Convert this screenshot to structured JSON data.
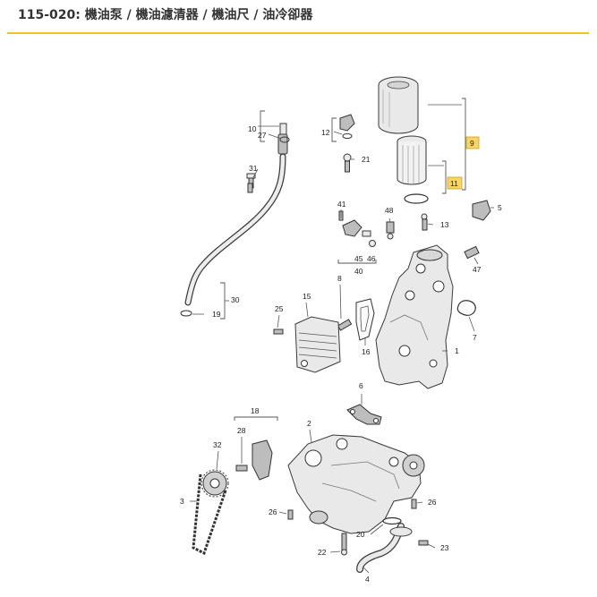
{
  "header": {
    "title": "115-020: 機油泵 / 機油濾清器 / 機油尺 / 油冷卻器",
    "accent_color": "#f0c419"
  },
  "callouts": {
    "p1": "1",
    "p2": "2",
    "p3": "3",
    "p4": "4",
    "p5": "5",
    "p6": "6",
    "p7": "7",
    "p8": "8",
    "p9": "9",
    "p10": "10",
    "p11": "11",
    "p12": "12",
    "p13": "13",
    "p15": "15",
    "p16": "16",
    "p18": "18",
    "p19": "19",
    "p20": "20",
    "p21": "21",
    "p22": "22",
    "p23": "23",
    "p25": "25",
    "p26a": "26",
    "p26b": "26",
    "p27": "27",
    "p28": "28",
    "p30": "30",
    "p31": "31",
    "p32": "32",
    "p40": "40",
    "p41": "41",
    "p45": "45",
    "p46": "46",
    "p47": "47",
    "p48": "48"
  },
  "highlighted_callouts": [
    "9",
    "11"
  ],
  "highlight_color": "#f7d560"
}
